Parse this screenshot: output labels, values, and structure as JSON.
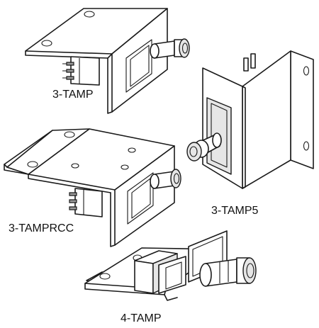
{
  "labels": {
    "tamp3": "3-TAMP",
    "tamp5": "3-TAMP5",
    "tamprcc": "3-TAMPRCC",
    "tamp4": "4-TAMP"
  }
}
